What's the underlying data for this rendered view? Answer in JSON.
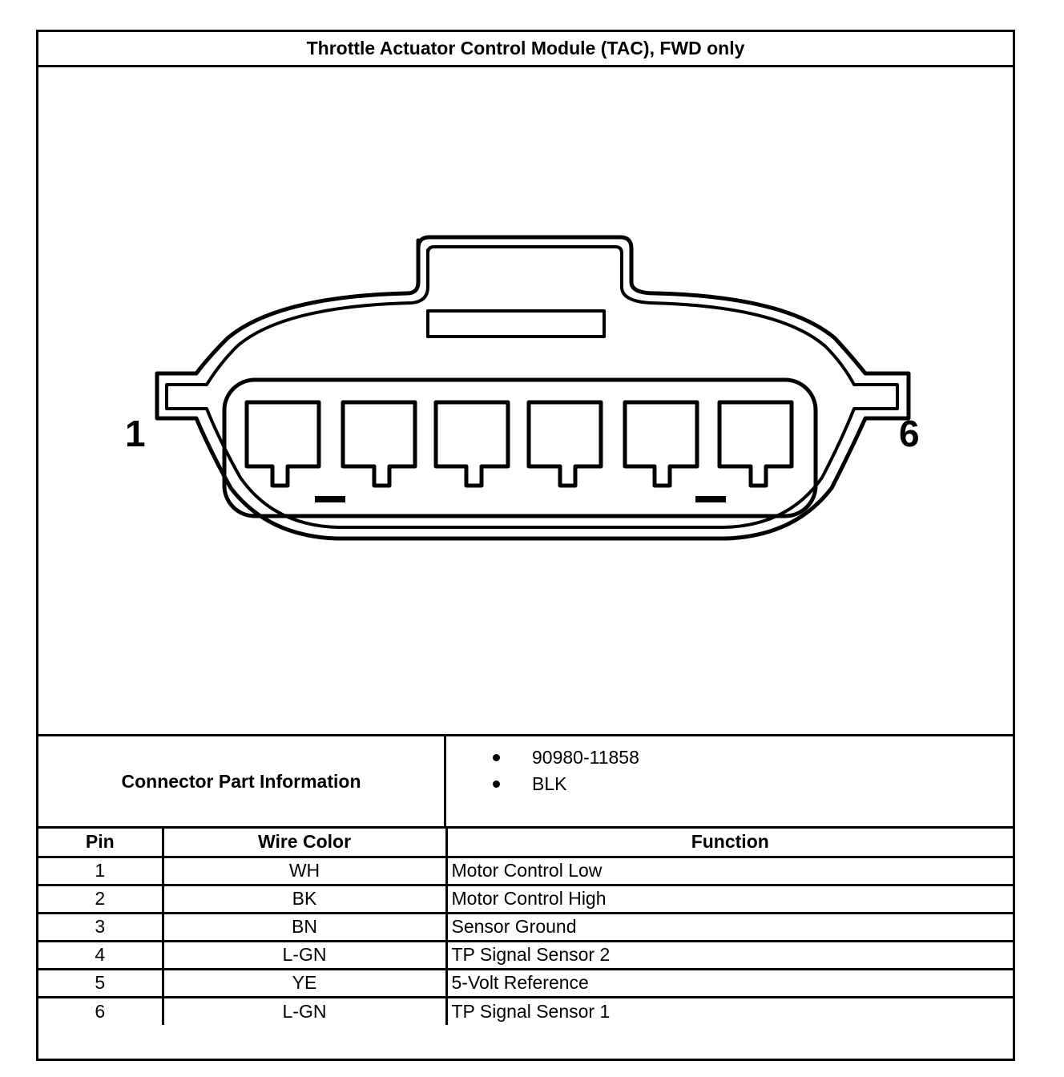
{
  "title": "Throttle Actuator Control Module (TAC), FWD only",
  "connector": {
    "pin_left_label": "1",
    "pin_right_label": "6"
  },
  "part_info": {
    "label": "Connector Part Information",
    "items": [
      "90980-11858",
      "BLK"
    ]
  },
  "pin_table": {
    "headers": [
      "Pin",
      "Wire Color",
      "Function"
    ],
    "rows": [
      [
        "1",
        "WH",
        "Motor Control Low"
      ],
      [
        "2",
        "BK",
        "Motor Control High"
      ],
      [
        "3",
        "BN",
        "Sensor Ground"
      ],
      [
        "4",
        "L-GN",
        "TP Signal Sensor 2"
      ],
      [
        "5",
        "YE",
        "5-Volt Reference"
      ],
      [
        "6",
        "L-GN",
        "TP Signal Sensor 1"
      ]
    ]
  }
}
